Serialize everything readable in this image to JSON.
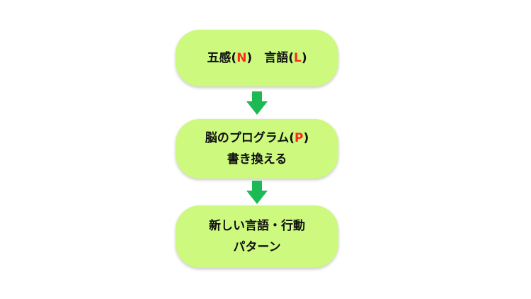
{
  "flow": {
    "box1": {
      "parts": [
        "五感(",
        "N",
        ")　言語(",
        "L",
        ")"
      ]
    },
    "box2": {
      "line1_parts": [
        "脳のプログラム(",
        "P",
        ")"
      ],
      "line2": "書き換える"
    },
    "box3": {
      "line1": "新しい言語・行動",
      "line2": "パターン"
    }
  },
  "colors": {
    "box_fill": "#ccf97e",
    "arrow": "#1db954",
    "accent_letter": "#ff2a1a"
  }
}
